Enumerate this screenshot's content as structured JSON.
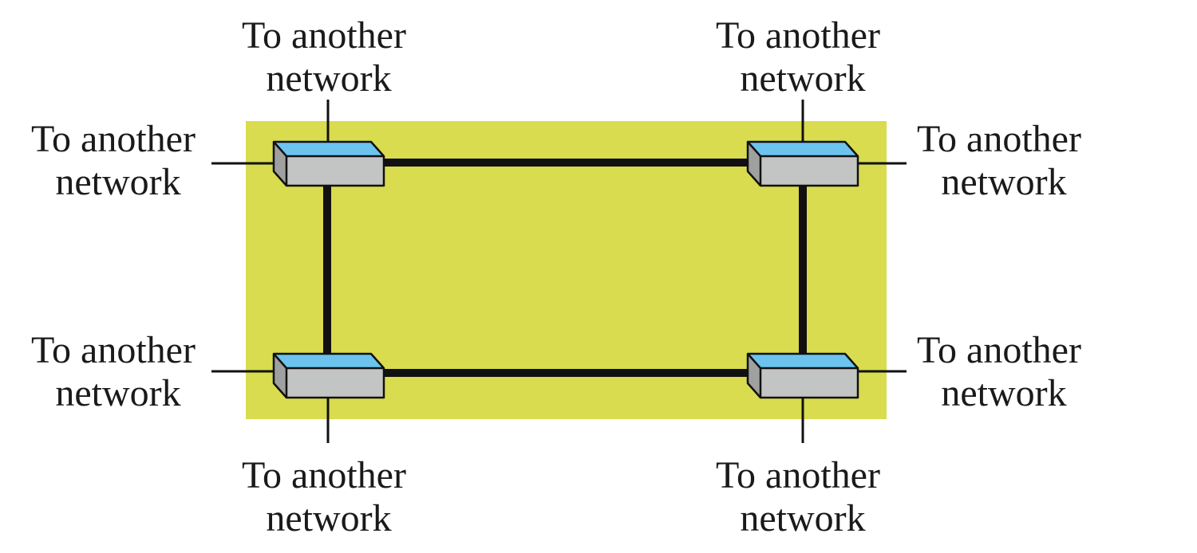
{
  "colors": {
    "background_panel": "#d8dc4e",
    "device_top": "#6cc4ee",
    "device_front": "#c3c4c4",
    "device_side": "#9fa0a0",
    "lines": "#111111",
    "text": "#1a1a1a"
  },
  "labels": {
    "top_left": [
      "To another",
      "network"
    ],
    "top_right": [
      "To another",
      "network"
    ],
    "left_upper": [
      "To another",
      "network"
    ],
    "right_upper": [
      "To another",
      "network"
    ],
    "left_lower": [
      "To another",
      "network"
    ],
    "right_lower": [
      "To another",
      "network"
    ],
    "bottom_left": [
      "To another",
      "network"
    ],
    "bottom_right": [
      "To another",
      "network"
    ]
  },
  "devices": [
    {
      "name": "switch-top-left",
      "icon": "network-switch-icon"
    },
    {
      "name": "switch-top-right",
      "icon": "network-switch-icon"
    },
    {
      "name": "switch-bottom-left",
      "icon": "network-switch-icon"
    },
    {
      "name": "switch-bottom-right",
      "icon": "network-switch-icon"
    }
  ]
}
